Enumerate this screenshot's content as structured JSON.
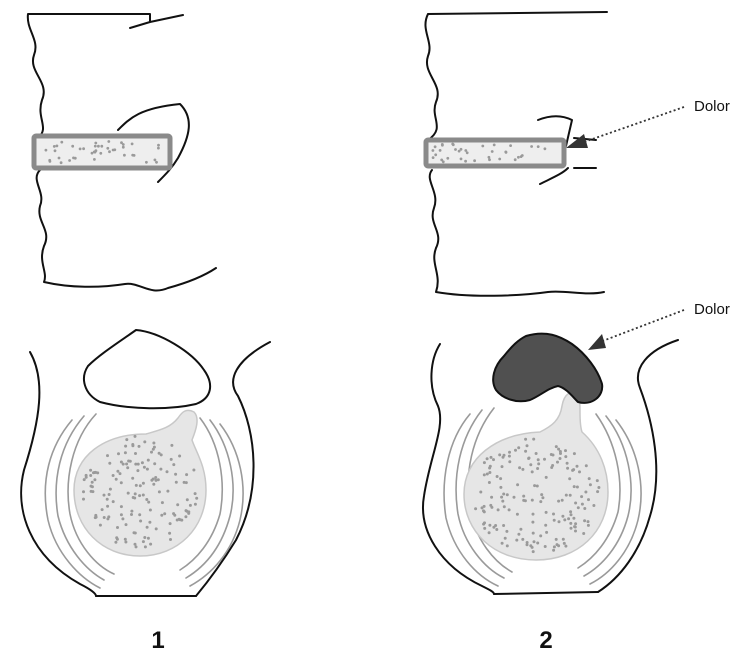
{
  "panels": [
    {
      "number": "1"
    },
    {
      "number": "2"
    }
  ],
  "annotations": {
    "upper_label": "Dolor",
    "lower_label": "Dolor"
  },
  "colors": {
    "herniation_fill": "#505050",
    "disc_border": "#8a8a8a",
    "nucleus_fill": "#e6e6e6",
    "dots": "#9a9a9a"
  }
}
